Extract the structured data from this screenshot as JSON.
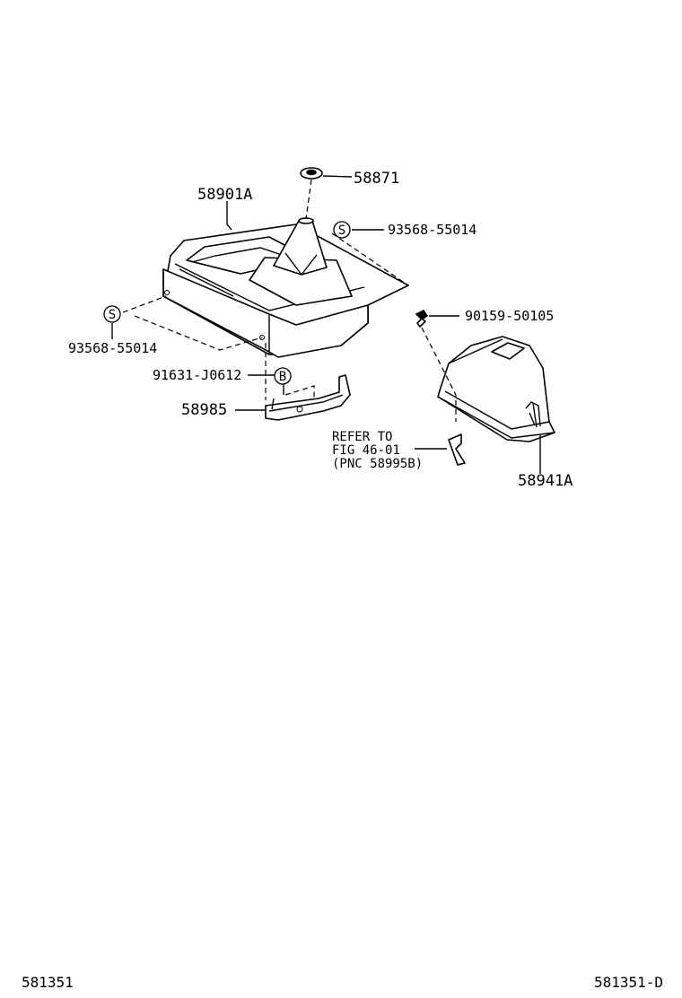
{
  "parts": {
    "shift_knob_boot_part": "58871",
    "console_box": "58901A",
    "screw_upper_right": "93568-55014",
    "screw_left": "93568-55014",
    "clip": "91631-J0612",
    "bracket": "58985",
    "bolt": "90159-50105",
    "rear_console": "58941A"
  },
  "callout_letters": {
    "screw_symbol": "S",
    "clip_symbol": "B"
  },
  "reference_note": {
    "line1": "REFER TO",
    "line2": "FIG 46-01",
    "line3": "(PNC 58995B)"
  },
  "footer": {
    "left_code": "581351",
    "right_code": "581351-D"
  }
}
